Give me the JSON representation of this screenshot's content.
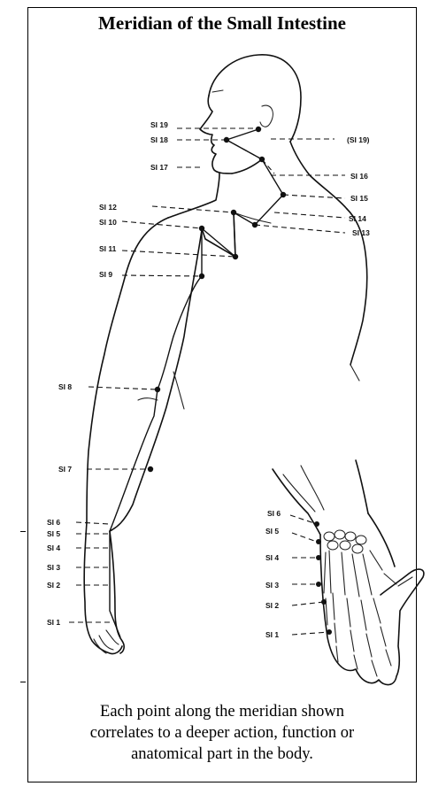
{
  "title": "Meridian of the Small Intestine",
  "caption": {
    "line1": "Each point along the meridian shown",
    "line2": "correlates to a deeper action, function or",
    "line3": "anatomical part in the body."
  },
  "points": {
    "body": [
      "SI 19",
      "SI 18",
      "SI 17",
      "SI 12",
      "SI 10",
      "SI 11",
      "SI 9",
      "SI 8",
      "SI 7",
      "SI 6",
      "SI 5",
      "SI 4",
      "SI 3",
      "SI 2",
      "SI 1",
      "(SI 19)",
      "SI 16",
      "SI 15",
      "SI 14",
      "SI 13"
    ],
    "hand": [
      "SI 6",
      "SI 5",
      "SI 4",
      "SI 3",
      "SI 2",
      "SI 1"
    ]
  }
}
